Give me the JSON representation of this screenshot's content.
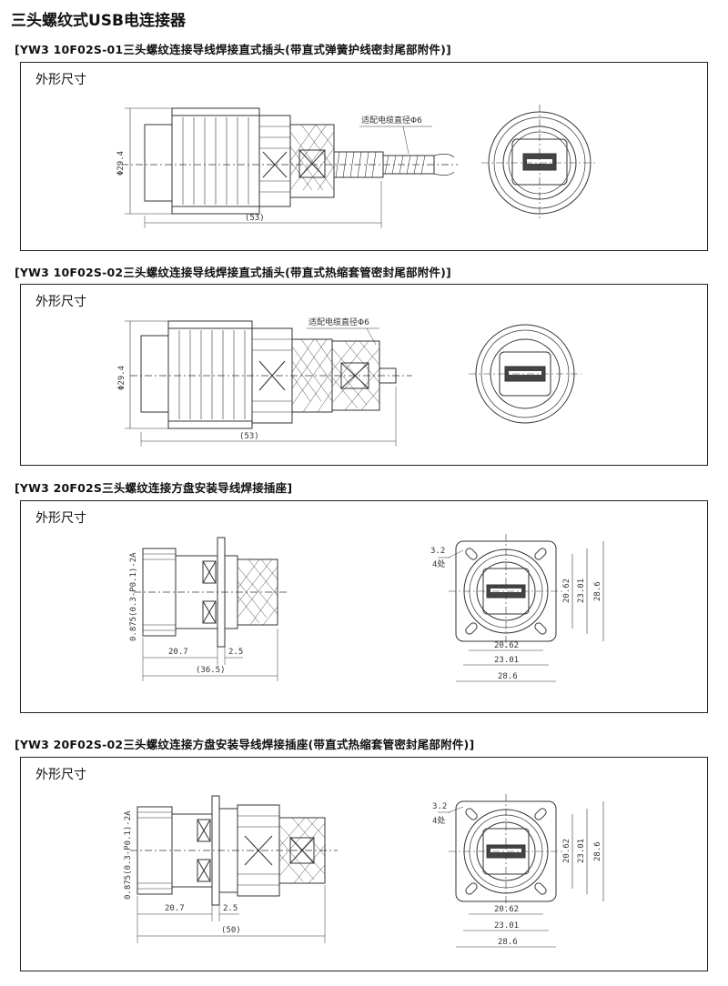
{
  "page": {
    "title": "三头螺纹式USB电连接器"
  },
  "sections": [
    {
      "heading": "[YW3 10F02S-01三头螺纹连接导线焊接直式插头(带直式弹簧护线密封尾部附件)]",
      "panel_label": "外形尺寸",
      "dims": {
        "diameter": "Φ29.4",
        "length": "(53)",
        "note": "适配电缆直径Φ6"
      }
    },
    {
      "heading": "[YW3 10F02S-02三头螺纹连接导线焊接直式插头(带直式热缩套管密封尾部附件)]",
      "panel_label": "外形尺寸",
      "dims": {
        "diameter": "Φ29.4",
        "length": "(53)",
        "note": "适配电缆直径Φ6"
      }
    },
    {
      "heading": "[YW3 20F02S三头螺纹连接方盘安装导线焊接插座]",
      "panel_label": "外形尺寸",
      "dims": {
        "thread": "0.875(0.3-P0.1)-2A",
        "len_a": "20.7",
        "len_b": "2.5",
        "length": "(36.5)",
        "hole": "3.2",
        "hole_count": "4处",
        "d1": "20.62",
        "d2": "23.01",
        "d3": "28.6"
      }
    },
    {
      "heading": "[YW3 20F02S-02三头螺纹连接方盘安装导线焊接插座(带直式热缩套管密封尾部附件)]",
      "panel_label": "外形尺寸",
      "dims": {
        "thread": "0.875(0.3-P0.1)-2A",
        "len_a": "20.7",
        "len_b": "2.5",
        "length": "(50)",
        "hole": "3.2",
        "hole_count": "4处",
        "d1": "20.62",
        "d2": "23.01",
        "d3": "28.6"
      }
    }
  ]
}
